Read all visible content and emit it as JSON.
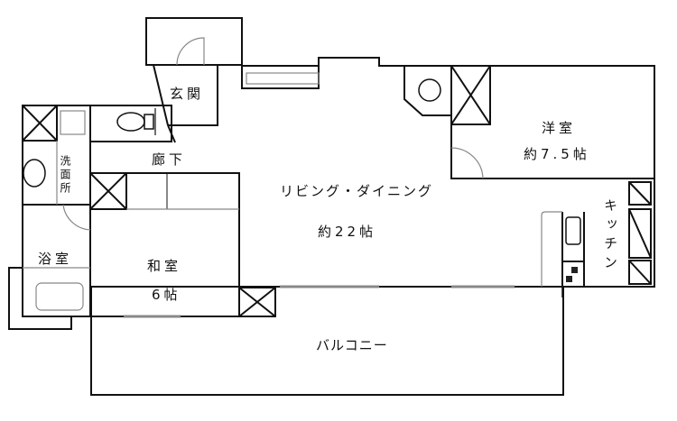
{
  "floorplan": {
    "rooms": {
      "entrance": {
        "label": "玄関"
      },
      "corridor": {
        "label": "廊下"
      },
      "washroom": {
        "label": "洗面所"
      },
      "bathroom": {
        "label": "浴室"
      },
      "japanese_room": {
        "label": "和室",
        "size": "6帖"
      },
      "western_room": {
        "label": "洋室",
        "size": "約7.5帖"
      },
      "living_dining": {
        "label": "リビング・ダイニング",
        "size": "約22帖"
      },
      "kitchen": {
        "label": "キッチン"
      },
      "balcony": {
        "label": "バルコニー"
      }
    },
    "colors": {
      "wall": "#111111",
      "fixture": "#888888",
      "background": "#ffffff"
    }
  }
}
